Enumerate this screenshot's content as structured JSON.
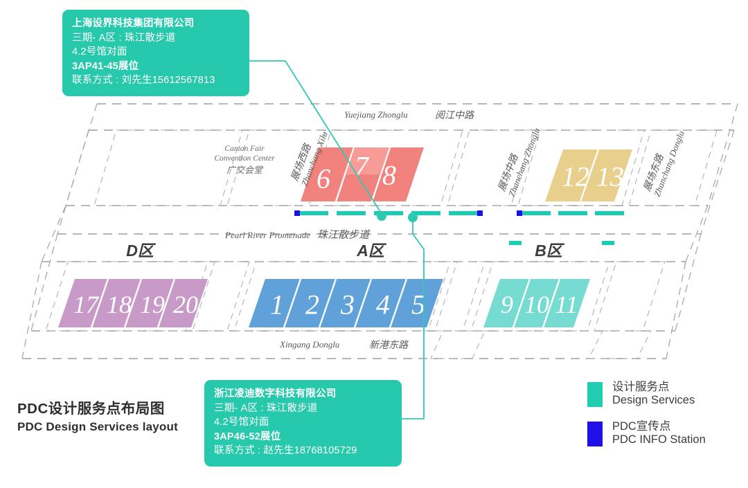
{
  "title": {
    "cn": "PDC设计服务点布局图",
    "en": "PDC Design Services layout"
  },
  "callouts": [
    {
      "id": "callout-top",
      "company": "上海设界科技集团有限公司",
      "zone": "三期- A区 : 珠江散步道",
      "near": "4.2号馆对面",
      "booth": "3AP41-45展位",
      "contact": "联系方式 : 刘先生15612567813"
    },
    {
      "id": "callout-bottom",
      "company": "浙江凌迪数字科技有限公司",
      "zone": "三期- A区 : 珠江散步道",
      "near": "4.2号馆对面",
      "booth": "3AP46-52展位",
      "contact": "联系方式 : 赵先生18768105729"
    }
  ],
  "legend": {
    "items": [
      {
        "color": "#22ccb0",
        "cn": "设计服务点",
        "en": "Design Services"
      },
      {
        "color": "#1f10e8",
        "cn": "PDC宣传点",
        "en": "PDC INFO Station"
      }
    ]
  },
  "map": {
    "zones": [
      {
        "label": "D区"
      },
      {
        "label": "A区"
      },
      {
        "label": "B区"
      }
    ],
    "venue": {
      "en_line1": "Canton Fair",
      "en_line2": "Convention Center",
      "cn": "广交会堂"
    },
    "roads": [
      {
        "name": "Yuejiang Zhonglu",
        "cn": "阅江中路"
      },
      {
        "name": "Zhanchang Xilu",
        "cn": "展场西路"
      },
      {
        "name": "Zhanchang Zhonglu",
        "cn": "展场中路"
      },
      {
        "name": "Zhanchang Donglu",
        "cn": "展场东路"
      },
      {
        "name": "Pearl River Promenade",
        "cn": "珠江散步道"
      },
      {
        "name": "Xingang Donglu",
        "cn": "新港东路"
      }
    ],
    "hall_groups": [
      {
        "group": "north-red",
        "color": "#f2827d",
        "halls": [
          "6",
          "7",
          "8"
        ]
      },
      {
        "group": "north-yellow",
        "color": "#e9cf8c",
        "halls": [
          "12",
          "13"
        ]
      },
      {
        "group": "south-purple",
        "color": "#c79ac8",
        "halls": [
          "17",
          "18",
          "19",
          "20"
        ]
      },
      {
        "group": "south-blue",
        "color": "#5fa1d8",
        "halls": [
          "1",
          "2",
          "3",
          "4",
          "5"
        ]
      },
      {
        "group": "south-teal",
        "color": "#76dbd0",
        "halls": [
          "9",
          "10",
          "11"
        ]
      }
    ],
    "markers": {
      "design_service_color": "#19ccb4",
      "info_station_color": "#1f10e8",
      "promenade_dashes": 5,
      "east_dashes": 3,
      "b_zone_dashes": 2
    }
  },
  "colors": {
    "callout_bg": "#26c9ab",
    "leader_line": "#2ec9b3",
    "map_outline": "#9a9a9a"
  }
}
